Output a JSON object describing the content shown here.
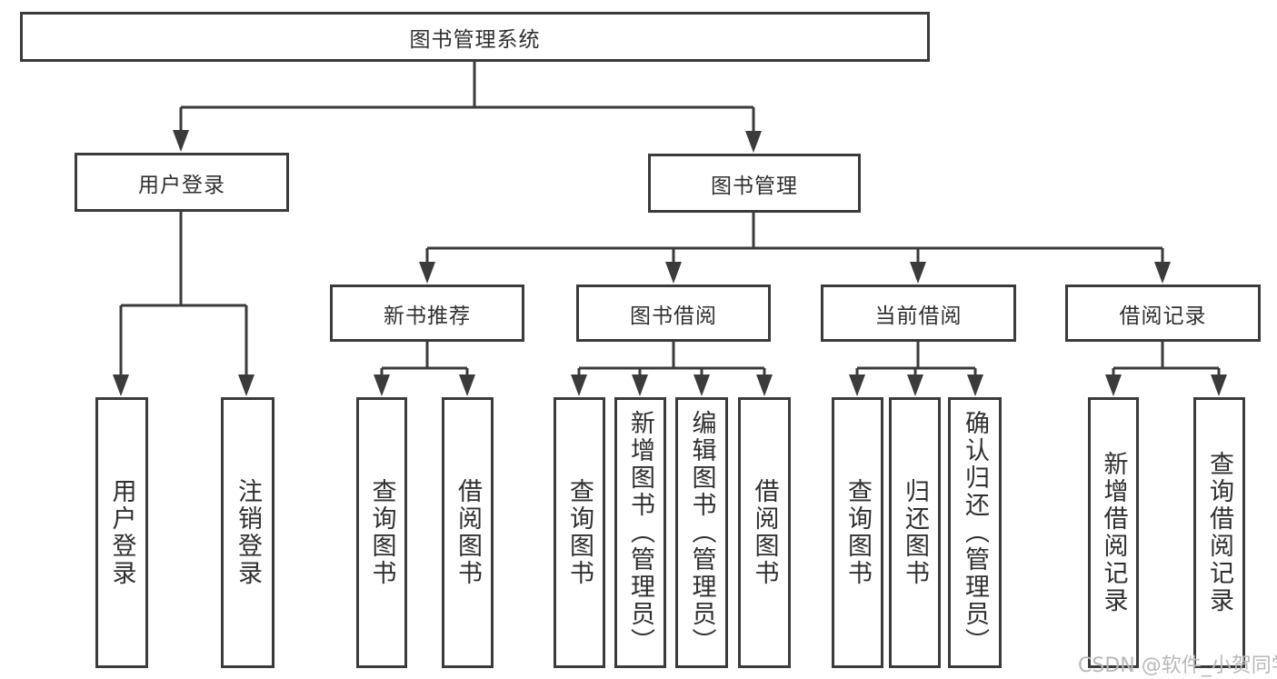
{
  "colors": {
    "line": "#3b3b3b",
    "node_border": "#3b3b3b",
    "node_text": "#2f2f2f",
    "background": "#ffffff",
    "watermark": "#b9b9b9"
  },
  "tree": {
    "root": {
      "label": "图书管理系统"
    },
    "branches": [
      {
        "label": "用户登录",
        "children": [
          {
            "label": "用户登录"
          },
          {
            "label": "注销登录"
          }
        ]
      },
      {
        "label": "图书管理",
        "children": [
          {
            "label": "新书推荐",
            "children": [
              {
                "label": "查询图书"
              },
              {
                "label": "借阅图书"
              }
            ]
          },
          {
            "label": "图书借阅",
            "children": [
              {
                "label": "查询图书"
              },
              {
                "label": "新增图书（管理员）"
              },
              {
                "label": "编辑图书（管理员）"
              },
              {
                "label": "借阅图书"
              }
            ]
          },
          {
            "label": "当前借阅",
            "children": [
              {
                "label": "查询图书"
              },
              {
                "label": "归还图书"
              },
              {
                "label": "确认归还（管理员）"
              }
            ]
          },
          {
            "label": "借阅记录",
            "children": [
              {
                "label": "新增借阅记录"
              },
              {
                "label": "查询借阅记录"
              }
            ]
          }
        ]
      }
    ]
  },
  "watermark": {
    "text": "CSDN @软件_小贺同学"
  }
}
